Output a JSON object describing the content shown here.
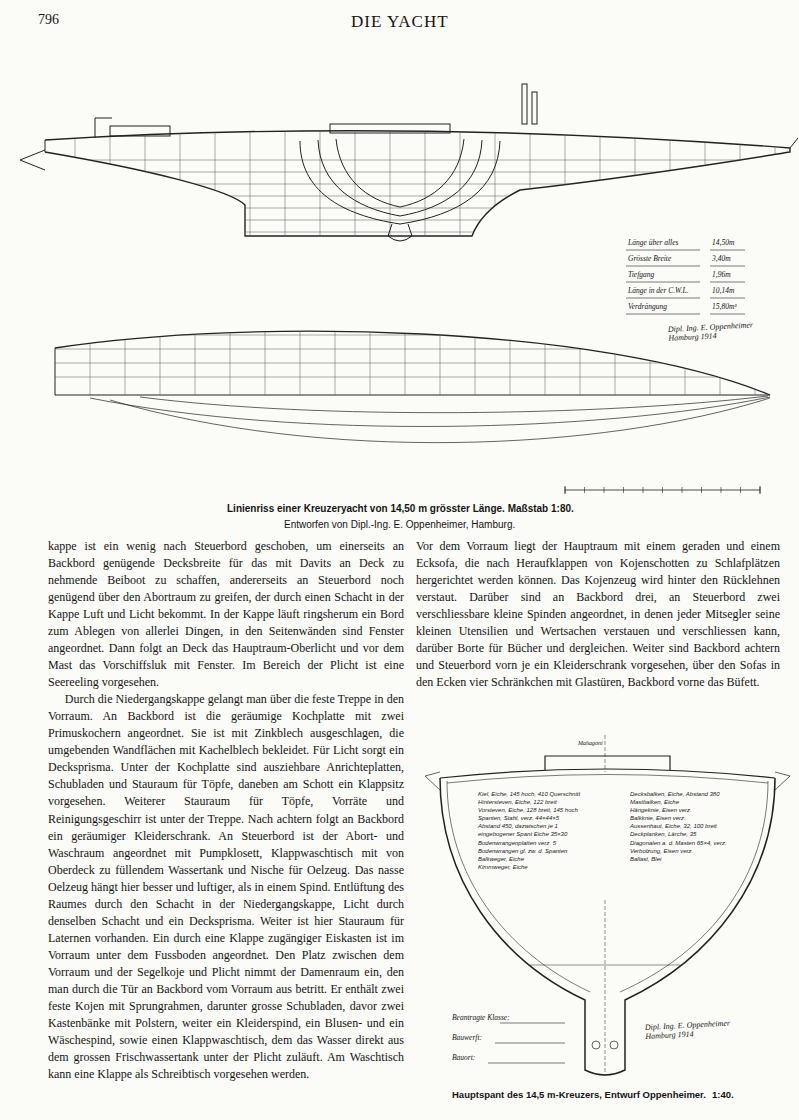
{
  "diagram": {
    "title": "DIE YACHT",
    "caption": "Linienriss einer Kreuzeryacht von 14,50 m grösster Länge. Maßstab 1:80.",
    "labels": [
      "796",
      "Länge über alles",
      "14,50m",
      "Grösste Breite",
      "3,40m",
      "Tiefgang",
      "1,96m",
      "Länge in der C.W.L.",
      "10,14m",
      "Verdrängung",
      "15,80m³",
      "Dipl. Ing. E. Oppenheimer Hamburg 1914",
      "Entworfen von Dipl.-Ing. E. Oppenheimer, Hamburg.",
      "kappe ist ein wenig nach Steuerbord geschoben, um einerseits an Backbord genügende Decksbreite für das mit Davits an Deck zu nehmende Beiboot zu schaffen, andererseits an Steuerbord noch genügend über den Abortraum zu greifen, der durch einen Schacht in der Kappe Luft und Licht bekommt. In der Kappe läuft ringsherum ein Bord zum Ablegen von allerlei Dingen, in den Seitenwänden sind Fenster angeordnet. Dann folgt an Deck das Hauptraum-Oberlicht und vor dem Mast das Vorschiffsluk mit Fenster. Im Bereich der Plicht ist eine Seereeling vorgesehen.",
      "Durch die Niedergangskappe gelangt man über die feste Treppe in den Vorraum. An Backbord ist die geräumige Kochplatte mit zwei Primuskochern angeordnet. Sie ist mit Zinkblech ausgeschlagen, die umgebenden Wandflächen mit Kachelblech bekleidet. Für Licht sorgt ein Decksprisma. Unter der Kochplatte sind ausziehbare Anrichteplatten, Schubladen und Stauraum für Töpfe, daneben am Schott ein Klappsitz vorgesehen. Weiterer Stauraum für Töpfe, Vorräte und Reinigungsgeschirr ist unter der Treppe. Nach achtern folgt an Backbord ein geräumiger Kleiderschrank. An Steuerbord ist der Abort- und Waschraum angeordnet mit Pumpklosett, Klappwaschtisch mit von Oberdeck zu füllendem Wassertank und Nische für Oelzeug. Das nasse Oelzeug hängt hier besser und luftiger, als in einem Spind. Entlüftung des Raumes durch den Schacht in der Niedergangskappe, Licht durch denselben Schacht und ein Decksprisma. Weiter ist hier Stauraum für Laternen vorhanden. Ein durch eine Klappe zugängiger Eiskasten ist im Vorraum unter dem Fussboden angeordnet. Den Platz zwischen dem Vorraum und der Segelkoje und Plicht nimmt der Damenraum ein, den man durch die Tür an Backbord vom Vorraum aus betritt. Er enthält zwei feste Kojen mit Sprungrahmen, darunter grosse Schubladen, davor zwei Kastenbänke mit Polstern, weiter ein Kleiderspind, ein Blusen- und ein Wäschespind, sowie einen Klappwaschtisch, dem das Wasser direkt aus dem grossen Frischwassertank unter der Plicht zuläuft. Am Waschtisch kann eine Klappe als Schreibtisch vorgesehen werden.",
      "Vor dem Vorraum liegt der Hauptraum mit einem geraden und einem Ecksofa, die nach Heraufklappen von Kojenschotten zu Schlafplätzen hergerichtet werden können. Das Kojenzeug wird hinter den Rücklehnen verstaut. Darüber sind an Backbord drei, an Steuerbord zwei verschliessbare kleine Spinden angeordnet, in denen jeder Mitsegler seine kleinen Utensilien und Wertsachen verstauen und verschliessen kann, darüber Borte für Bücher und dergleichen. Weiter sind Backbord achtern und Steuerbord vorn je ein Kleiderschrank vorgesehen, über den Sofas in den Ecken vier Schränkchen mit Glastüren, Backbord vorne das Büfett.",
      "Mahagoni",
      "Kiel, Eiche, 145 hoch, 410 Querschnitt",
      "Hintersteven, Eiche, 122 breit",
      "Vorsteven, Eiche, 128 breit, 145 hoch",
      "Spanten, Stahl, verz. 44×44×5",
      "Abstand 450, dazwischen je 1 eingebogener Spant Eiche 35×30",
      "Bodenwrangenplatten verz. 5",
      "Bodenwrangen gl. zw. d. Spanten",
      "Balkweger, Eiche",
      "Kimmweger, Eiche",
      "Decksbalken, Eiche, Abstand 380",
      "Mastbalken, Eiche",
      "Hängeknie, Eisen verz.",
      "Balkknie, Eisen verz.",
      "Aussenhaut, Eiche, 32, 100 breit",
      "Deckplanken, Lärche, 35",
      "Diagonalen a. d. Masten 65×4, verz.",
      "Verbolzung, Eisen verz.",
      "Ballast, Blei",
      "Beantragte Klasse:",
      "Bauwerft:",
      "Bauort:",
      "Dipl. Ing. E. Oppenheimer Hamburg 1914",
      "Hauptspant des 14,5 m-Kreuzers, Entwurf Oppenheimer.",
      "1:40."
    ]
  }
}
